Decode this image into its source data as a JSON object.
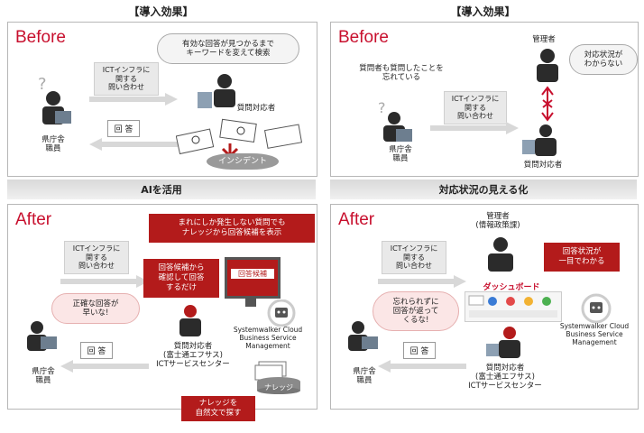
{
  "left": {
    "heading": "【導入効果】",
    "before": {
      "label": "Before",
      "bubble": "有効な回答が見つかるまで\nキーワードを変えて検索",
      "inquiry": "ICTインフラに\n関する\n問い合わせ",
      "answer": "回 答",
      "responder": "質問対応者",
      "incident": "インシデント",
      "staff": "県庁舎\n職員"
    },
    "band": "AIを活用",
    "after": {
      "label": "After",
      "redbox_top": "まれにしか発生しない質問でも\nナレッジから回答候補を表示",
      "redbox_mid": "回答候補から\n確認して回答\nするだけ",
      "candidate": "回答候補",
      "inquiry": "ICTインフラに\n関する\n問い合わせ",
      "bubble": "正確な回答が\n早いな!",
      "answer": "回 答",
      "staff": "県庁舎\n職員",
      "service": "Systemwalker Cloud\nBusiness Service\nManagement",
      "responder": "質問対応者\n(富士通エフサス)\nICTサービスセンター",
      "knowledge": "ナレッジ",
      "redbox_bottom": "ナレッジを\n自然文で探す"
    }
  },
  "right": {
    "heading": "【導入効果】",
    "before": {
      "label": "Before",
      "manager": "管理者",
      "bubble": "対応状況が\nわからない",
      "forgot": "質問者も質問したことを\n忘れている",
      "inquiry": "ICTインフラに\n関する\n問い合わせ",
      "staff": "県庁舎\n職員",
      "responder": "質問対応者"
    },
    "band": "対応状況の見える化",
    "after": {
      "label": "After",
      "manager": "管理者\n(情報政策課)",
      "inquiry": "ICTインフラに\n関する\n問い合わせ",
      "redbox": "回答状況が\n一目でわかる",
      "dashboard": "ダッシュボード",
      "bubble": "忘れられずに\n回答が返って\nくるな!",
      "answer": "回 答",
      "staff": "県庁舎\n職員",
      "service": "Systemwalker Cloud\nBusiness Service\nManagement",
      "responder": "質問対応者\n(富士通エフサス)\nICTサービスセンター"
    }
  },
  "colors": {
    "accent": "#c8102e",
    "redbox": "#b31b1b",
    "panel_border": "#b7b7b7"
  }
}
